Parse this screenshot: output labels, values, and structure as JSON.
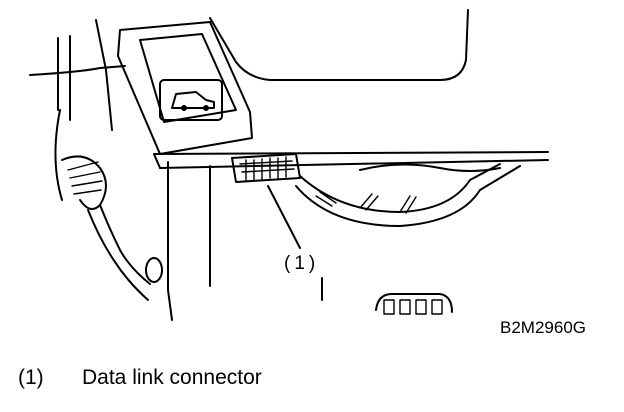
{
  "diagram": {
    "callout_label": "(1)",
    "figure_code": "B2M2960G",
    "legend": [
      {
        "number": "(1)",
        "text": "Data link connector"
      }
    ]
  }
}
